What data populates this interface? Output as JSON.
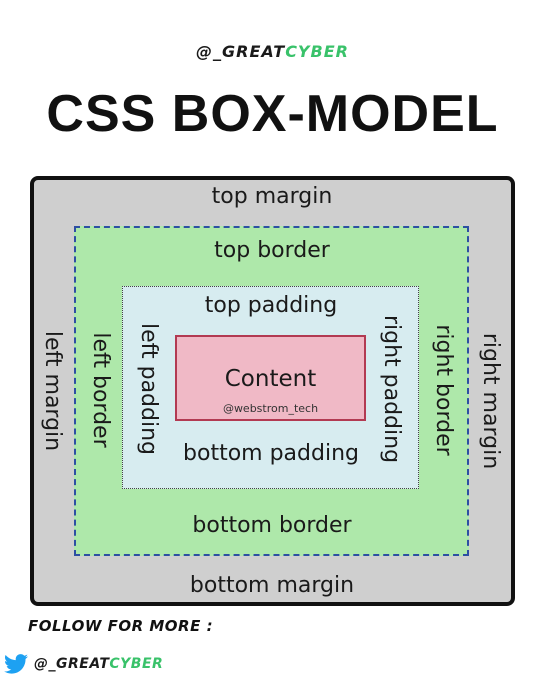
{
  "header": {
    "handle_prefix": "@_GREAT",
    "handle_suffix": "CYBER",
    "title": "CSS BOX-MODEL"
  },
  "diagram": {
    "margin": {
      "top": "top margin",
      "bottom": "bottom margin",
      "left": "left margin",
      "right": "right margin"
    },
    "border": {
      "top": "top border",
      "bottom": "bottom border",
      "left": "left border",
      "right": "right border"
    },
    "padding": {
      "top": "top padding",
      "bottom": "bottom padding",
      "left": "left padding",
      "right": "right padding"
    },
    "content": {
      "label": "Content",
      "watermark": "@webstrom_tech"
    }
  },
  "footer": {
    "follow_text": "FOLLOW FOR MORE :",
    "handle_prefix": "@_GREAT",
    "handle_suffix": "CYBER",
    "icon": "twitter-bird-icon",
    "icon_color": "#1da1f2"
  },
  "colors": {
    "margin": "#cfcfcf",
    "border": "#aee8aa",
    "padding": "#d7ecf0",
    "content": "#f0b9c6",
    "accent": "#39c26a"
  }
}
